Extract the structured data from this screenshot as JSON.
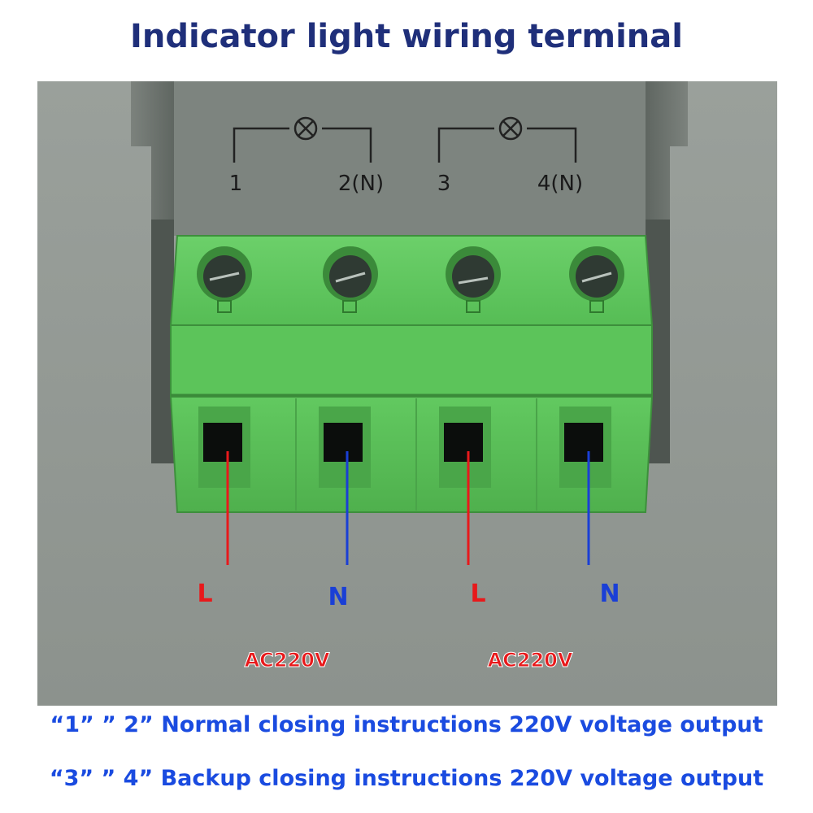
{
  "title": "Indicator light wiring terminal",
  "lamp_labels": [
    "1",
    "2(N)",
    "3",
    "4(N)"
  ],
  "wire_labels": [
    {
      "text": "L",
      "color": "#e8191b"
    },
    {
      "text": "N",
      "color": "#1a3fd6"
    },
    {
      "text": "L",
      "color": "#e8191b"
    },
    {
      "text": "N",
      "color": "#1a3fd6"
    }
  ],
  "voltage_labels": [
    "AC220V",
    "AC220V"
  ],
  "captions": [
    "“1” ” 2” Normal closing instructions 220V voltage output",
    "“3” ” 4” Backup closing instructions 220V voltage output"
  ],
  "colors": {
    "title": "#1f2f7a",
    "caption": "#1a4be0",
    "terminal_green": "#5fc95f",
    "housing_gray": "#8f9590",
    "live_wire": "#e8191b",
    "neutral_wire": "#1a3fd6"
  }
}
